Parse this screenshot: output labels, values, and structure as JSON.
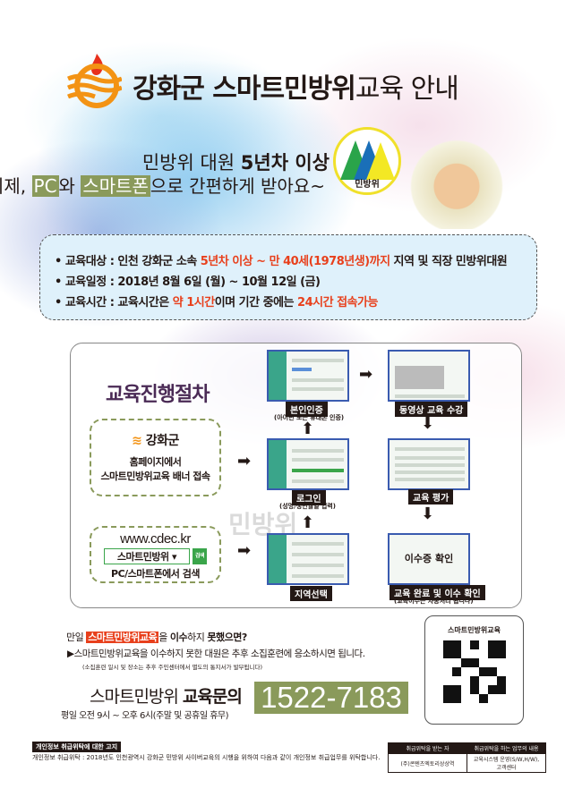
{
  "header": {
    "title_bold": "강화군  스마트민방위",
    "title_rest": "교육 안내",
    "logo_icon": "ganghwa-logo-icon"
  },
  "intro": {
    "line1_pre": "민방위 대원 ",
    "line1_bold": "5년차 이상",
    "line2_pre": "이제, ",
    "pc": "PC",
    "wa": "와 ",
    "smartphone": "스마트폰",
    "line2_post": "으로 간편하게 받아요~",
    "badge": "민방위"
  },
  "info": [
    {
      "label": "교육대상 : 인천 강화군 소속 ",
      "hl1": "5년차 이상 ~ 만 40세(1978년생)까지",
      "post": " 지역 및 직장 민방위대원"
    },
    {
      "label": "교육일정 : 2018년 8월 6일 (월) ~ 10월 12일 (금)"
    },
    {
      "label": "교육시간 : 교육시간은 ",
      "hl1": "약 1시간",
      "mid": "이며 기간 중에는 ",
      "hl2": "24시간 접속가능"
    }
  ],
  "process": {
    "title": "교육진행절차",
    "watermark": "민방위",
    "left1": {
      "brand": "강화군",
      "line1": "홈페이지에서",
      "line2": "스마트민방위교육 배너 접속"
    },
    "left2": {
      "url": "www.cdec.kr",
      "search_value": "스마트민방위",
      "search_button": "검색",
      "line": "PC/스마트폰에서 검색"
    },
    "steps": [
      {
        "label": "본인인증",
        "caption": "(아이핀 또는 휴대폰 인증)"
      },
      {
        "label": "로그인",
        "caption": "(성명/생년월일 입력)"
      },
      {
        "label": "지역선택"
      },
      {
        "label": "동영상 교육 수강"
      },
      {
        "label": "교육 평가"
      },
      {
        "label": "교육 완료 및 이수 확인",
        "caption": "(교육이수는 자동처리 됩니다)",
        "screen_text": "이수증 확인"
      }
    ]
  },
  "notice": {
    "q_pre": "만일 ",
    "q_hl": "스마트민방위교육",
    "q_mid": "을 ",
    "q_bold1": "이수",
    "q_mid2": "하지 ",
    "q_bold2": "못했으면?",
    "line": "▶스마트민방위교육을 이수하지 못한 대원은 추후 소집훈련에 응소하시면 됩니다.",
    "small": "(소집훈련 일시 및 장소는 추후 주민센터에서 별도의 통지서가 발부됩니다)"
  },
  "contact": {
    "label_pre": "스마트민방위 ",
    "label_bold": "교육문의",
    "phone": "1522-7183",
    "hours": "평일 오전 9시 ~ 오후 6시(주말 및 공휴일 휴무)"
  },
  "qr": {
    "label": "스마트민방위교육"
  },
  "footer": {
    "title": "개인정보 취급위탁에 대한 고지",
    "text": "개인정보 취급위탁 : 2018년도 인천광역시 강화군 민방위 사이버교육의 시행을 위하여 다음과 같이 개인정보 취급업무를 위탁합니다.",
    "table": {
      "headers": [
        "취급위탁을 받는 자",
        "취급위탁을 하는 업무의 내용"
      ],
      "row": [
        "(주)콘텐츠엑토리상상역",
        "교육시스템 운영(S/W,H/W), 고객센터"
      ]
    }
  },
  "colors": {
    "accent_red": "#e8401c",
    "olive": "#8a9a5b",
    "screen_border": "#3a5bb0"
  }
}
